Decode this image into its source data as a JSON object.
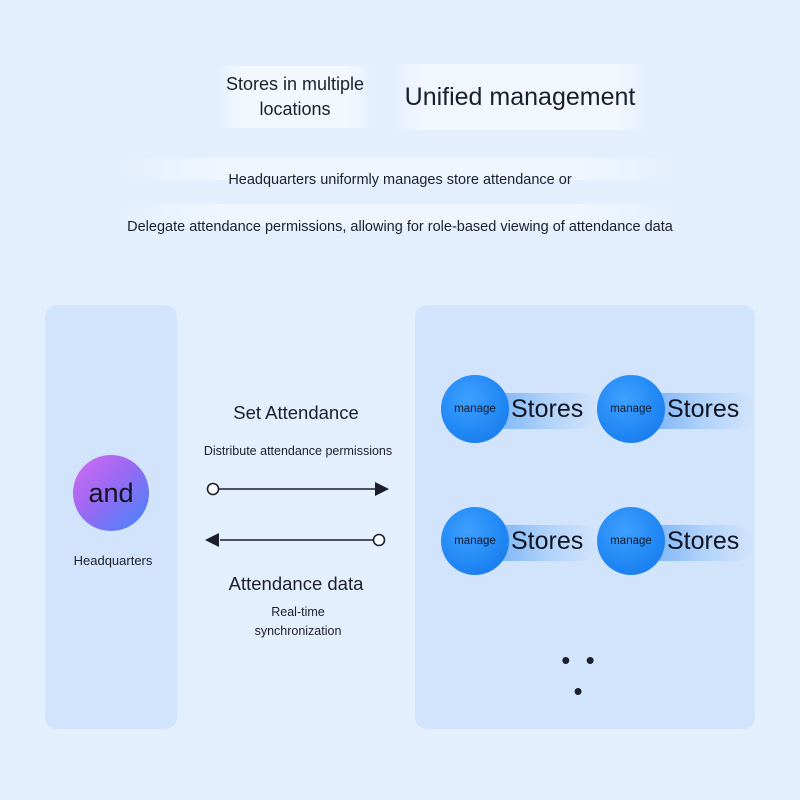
{
  "header": {
    "left_title": "Stores in multiple locations",
    "right_title": "Unified management"
  },
  "description": {
    "line1": "Headquarters uniformly manages store attendance or",
    "line2": "Delegate attendance permissions, allowing for role-based viewing of attendance data"
  },
  "headquarters": {
    "circle_text": "and",
    "label": "Headquarters"
  },
  "flows": {
    "top_title": "Set Attendance",
    "top_subtitle": "Distribute attendance permissions",
    "bottom_title": "Attendance data",
    "bottom_subtitle_line1": "Real-time",
    "bottom_subtitle_line2": "synchronization"
  },
  "stores": [
    {
      "circle_text": "manage",
      "label": "Stores"
    },
    {
      "circle_text": "manage",
      "label": "Stores"
    },
    {
      "circle_text": "manage",
      "label": "Stores"
    },
    {
      "circle_text": "manage",
      "label": "Stores"
    }
  ],
  "more_indicator": "• • •",
  "colors": {
    "background": "#e4effd",
    "panel": "#d2e4fb",
    "store_blue": "#1f86f4",
    "hq_gradient_start": "#d46cf2",
    "hq_gradient_end": "#3f86f9"
  }
}
